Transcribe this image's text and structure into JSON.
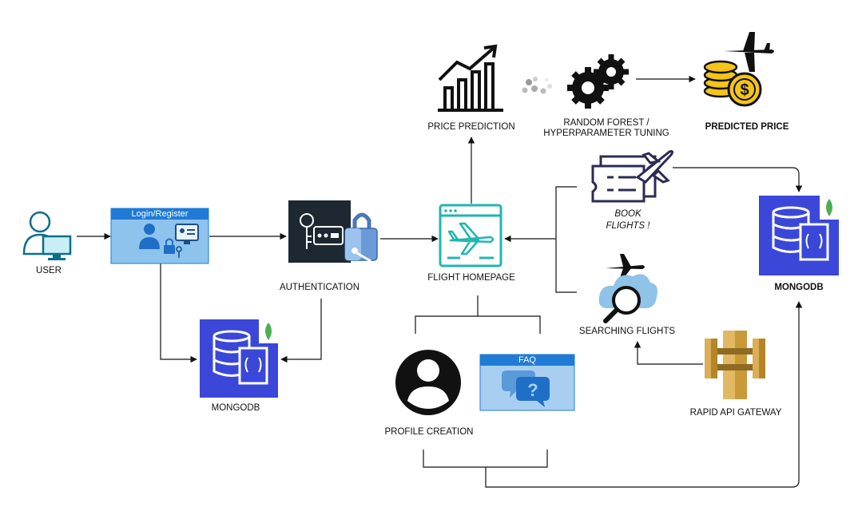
{
  "nodes": {
    "user": {
      "label": "USER",
      "icon": "user-computer-icon"
    },
    "login": {
      "label": "Login/Register",
      "icon": "login-register-icon"
    },
    "authentication": {
      "label": "AUTHENTICATION",
      "icon": "key-lock-icon"
    },
    "mongodb_left": {
      "label": "MONGODB",
      "icon": "mongodb-icon"
    },
    "flight_homepage": {
      "label": "FLIGHT HOMEPAGE",
      "icon": "flight-homepage-icon"
    },
    "price_prediction": {
      "label": "PRICE PREDICTION",
      "icon": "trend-chart-icon"
    },
    "random_forest": {
      "label_line1": "RANDOM FOREST /",
      "label_line2": "HYPERPARAMETER TUNING",
      "icon": "gears-icon"
    },
    "predicted_price": {
      "label": "PREDICTED PRICE",
      "icon": "plane-coins-icon"
    },
    "book_flights": {
      "label_line1": "BOOK",
      "label_line2": "FLIGHTS !",
      "icon": "flight-ticket-icon"
    },
    "searching_flights": {
      "label": "SEARCHING FLIGHTS",
      "icon": "search-cloud-icon"
    },
    "mongodb_right": {
      "label": "MONGODB",
      "icon": "mongodb-icon"
    },
    "rapid_api": {
      "label": "RAPID API GATEWAY",
      "icon": "api-gateway-icon"
    },
    "profile_creation": {
      "label": "PROFILE CREATION",
      "icon": "profile-avatar-icon"
    },
    "faq": {
      "label": "FAQ",
      "icon": "faq-bubbles-icon"
    }
  },
  "colors": {
    "line": "#111111",
    "login_fill": "#8ec3ee",
    "login_header": "#1f7bd6",
    "faq_fill": "#a8cff1",
    "faq_header": "#1f7bd6",
    "mongodb_fill": "#3a47d9",
    "mongodb_leaf": "#4caf50",
    "homepage_teal": "#21b5b0",
    "api_gold": "#c89a3a",
    "search_cloud": "#8fc3e8",
    "auth_dark": "#1e2833",
    "coin_gold": "#f4c418"
  }
}
